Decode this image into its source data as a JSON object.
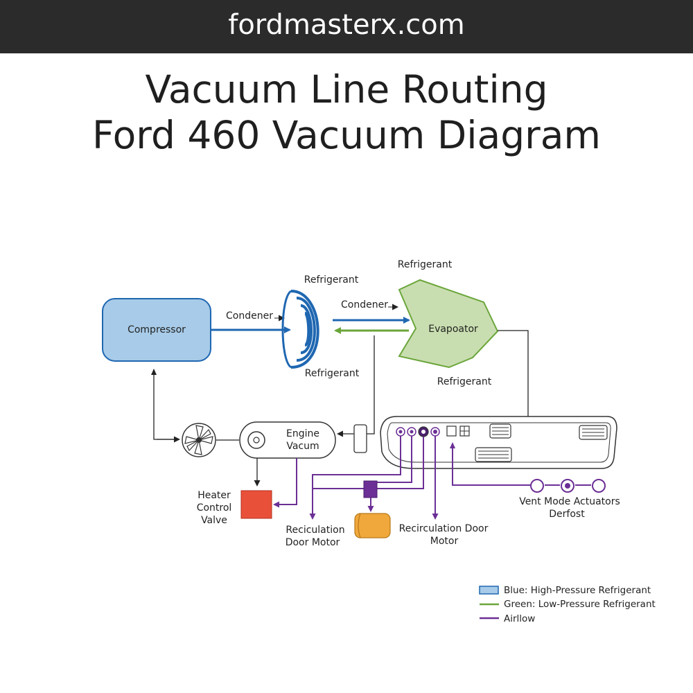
{
  "header": {
    "site": "fordmasterx.com"
  },
  "title": {
    "line1": "Vacuum Line Routing",
    "line2": "Ford 460 Vacuum Diagram"
  },
  "colors": {
    "header_bg": "#2b2b2b",
    "high_pressure": "#1f67b1",
    "low_pressure": "#6aa53a",
    "airflow": "#6b2f95",
    "compressor_fill": "#a7cbe8",
    "evaporator_fill": "#c9deb0",
    "heater_valve": "#e8503a",
    "actuator_fill": "#f0a83c"
  },
  "diagram": {
    "compressor": "Compressor",
    "condenser_label_left": "Condener",
    "condenser_label_right": "Condener",
    "refrigerant_top_condenser": "Refrigerant",
    "refrigerant_bottom_condenser": "Refrigerant",
    "refrigerant_top_evaporator": "Refrigerant",
    "refrigerant_bottom_evaporator": "Refrigerant",
    "evaporator": "Evapoator",
    "engine_vacuum_line1": "Engine",
    "engine_vacuum_line2": "Vacum",
    "heater_valve_line1": "Heater",
    "heater_valve_line2": "Control",
    "heater_valve_line3": "Valve",
    "recirc_left_line1": "Reciculation",
    "recirc_left_line2": "Door Motor",
    "recirc_right_line1": "Recirculation Door",
    "recirc_right_line2": "Motor",
    "vent_line1": "Vent Mode Actuators",
    "vent_line2": "Derfost"
  },
  "legend": [
    {
      "label": "Blue: High-Pressure Refrigerant",
      "icon": "blue-box"
    },
    {
      "label": "Green: Low-Pressure Refrigerant",
      "icon": "green-line"
    },
    {
      "label": "Airllow",
      "icon": "purple-line"
    }
  ]
}
